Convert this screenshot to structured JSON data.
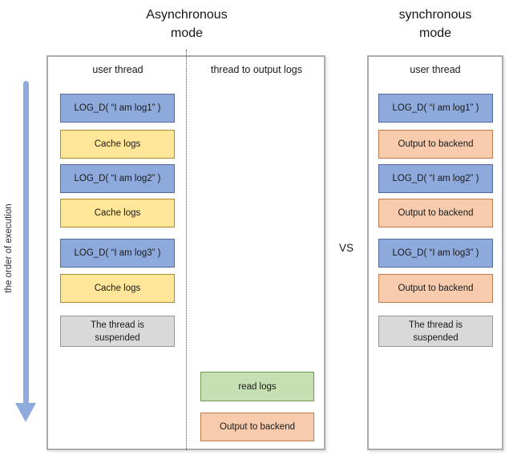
{
  "page": {
    "vs_label": "VS",
    "order_axis_label": "the order of execution"
  },
  "async_panel": {
    "title": "Asynchronous\nmode",
    "columns": [
      {
        "header": "user thread"
      },
      {
        "header": "thread to output logs"
      }
    ],
    "user_thread_boxes": [
      {
        "label": "LOG_D( “I am log1” )",
        "kind": "log-call"
      },
      {
        "label": "Cache logs",
        "kind": "cache"
      },
      {
        "label": "LOG_D( “I am log2” )",
        "kind": "log-call"
      },
      {
        "label": "Cache logs",
        "kind": "cache"
      },
      {
        "label": "LOG_D( “I am log3” )",
        "kind": "log-call"
      },
      {
        "label": "Cache logs",
        "kind": "cache"
      },
      {
        "label": "The thread is\nsuspended",
        "kind": "suspended"
      }
    ],
    "output_thread_boxes": [
      {
        "label": "read logs",
        "kind": "read"
      },
      {
        "label": "Output to backend",
        "kind": "output"
      }
    ]
  },
  "sync_panel": {
    "title": "synchronous\nmode",
    "header": "user thread",
    "boxes": [
      {
        "label": "LOG_D( “I am log1” )",
        "kind": "log-call"
      },
      {
        "label": "Output to backend",
        "kind": "output"
      },
      {
        "label": "LOG_D( “I am log2” )",
        "kind": "log-call"
      },
      {
        "label": "Output to backend",
        "kind": "output"
      },
      {
        "label": "LOG_D( “I am log3” )",
        "kind": "log-call"
      },
      {
        "label": "Output to backend",
        "kind": "output"
      },
      {
        "label": "The thread is\nsuspended",
        "kind": "suspended"
      }
    ]
  },
  "colors": {
    "log_call_fill": "#8EA9DB",
    "cache_fill": "#FFE699",
    "output_fill": "#F8CBAD",
    "read_fill": "#C6E0B4",
    "suspended_fill": "#D9D9D9",
    "arrow": "#8FAADC",
    "panel_border": "#ACACAC"
  }
}
